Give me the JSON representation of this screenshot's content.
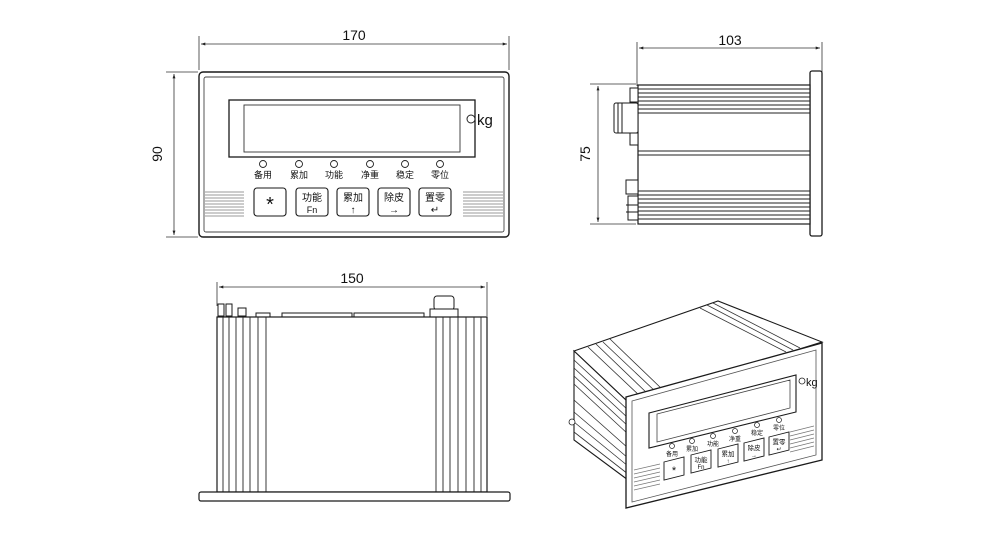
{
  "dimensions": {
    "front_width": "170",
    "front_height": "90",
    "side_depth": "103",
    "side_height": "75",
    "top_width": "150"
  },
  "unit_label": "kg",
  "indicators": [
    "备用",
    "累加",
    "功能",
    "净重",
    "稳定",
    "零位"
  ],
  "keys": [
    {
      "top": "*",
      "bottom": ""
    },
    {
      "top": "功能",
      "bottom": "Fn"
    },
    {
      "top": "累加",
      "bottom": "↑"
    },
    {
      "top": "除皮",
      "bottom": "→"
    },
    {
      "top": "置零",
      "bottom": "↵"
    }
  ],
  "iso": {
    "unit_label": "kg",
    "indicators": [
      "备用",
      "累加",
      "功能",
      "净重",
      "稳定",
      "零位"
    ],
    "keys": [
      {
        "top": "*",
        "bottom": ""
      },
      {
        "top": "功能",
        "bottom": "Fn"
      },
      {
        "top": "累加",
        "bottom": "↑"
      },
      {
        "top": "除皮",
        "bottom": "→"
      },
      {
        "top": "置零",
        "bottom": "↵"
      }
    ]
  }
}
